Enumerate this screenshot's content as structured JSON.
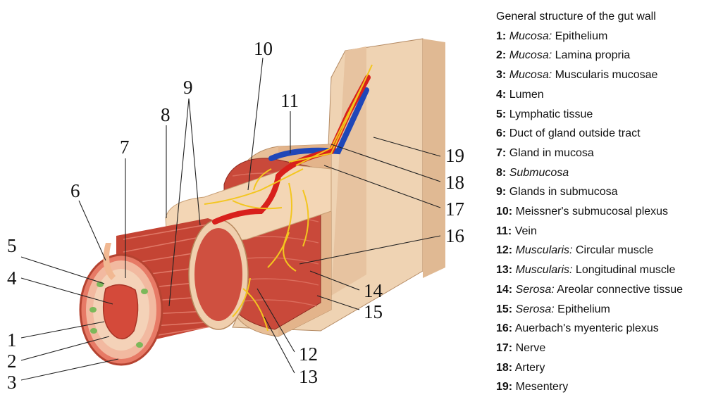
{
  "legend": {
    "title": "General structure of the gut wall",
    "items": [
      {
        "n": "1:",
        "q": "Mucosa:",
        "t": " Epithelium"
      },
      {
        "n": "2:",
        "q": "Mucosa:",
        "t": " Lamina propria"
      },
      {
        "n": "3:",
        "q": "Mucosa:",
        "t": " Muscularis mucosae"
      },
      {
        "n": "4:",
        "q": "",
        "t": " Lumen"
      },
      {
        "n": "5:",
        "q": "",
        "t": " Lymphatic tissue"
      },
      {
        "n": "6:",
        "q": "",
        "t": " Duct of gland outside tract"
      },
      {
        "n": "7:",
        "q": "",
        "t": " Gland in mucosa"
      },
      {
        "n": "8:",
        "q": "Submucosa",
        "t": ""
      },
      {
        "n": "9:",
        "q": "",
        "t": " Glands in submucosa"
      },
      {
        "n": "10:",
        "q": "",
        "t": " Meissner's submucosal plexus"
      },
      {
        "n": "11:",
        "q": "",
        "t": " Vein"
      },
      {
        "n": "12:",
        "q": "Muscularis:",
        "t": " Circular muscle"
      },
      {
        "n": "13:",
        "q": "Muscularis:",
        "t": " Longitudinal muscle"
      },
      {
        "n": "14:",
        "q": "Serosa:",
        "t": " Areolar connective tissue"
      },
      {
        "n": "15:",
        "q": "Serosa:",
        "t": " Epithelium"
      },
      {
        "n": "16:",
        "q": "",
        "t": " Auerbach's myenteric plexus"
      },
      {
        "n": "17:",
        "q": "",
        "t": " Nerve"
      },
      {
        "n": "18:",
        "q": "",
        "t": " Artery"
      },
      {
        "n": "19:",
        "q": "",
        "t": " Mesentery"
      }
    ]
  },
  "callouts": {
    "c1": "1",
    "c2": "2",
    "c3": "3",
    "c4": "4",
    "c5": "5",
    "c6": "6",
    "c7": "7",
    "c8": "8",
    "c9": "9",
    "c10": "10",
    "c11": "11",
    "c12": "12",
    "c13": "13",
    "c14": "14",
    "c15": "15",
    "c16": "16",
    "c17": "17",
    "c18": "18",
    "c19": "19"
  },
  "colors": {
    "muscle": "#c9493a",
    "muscle_dark": "#9e2f24",
    "submucosa": "#f1cfa8",
    "serosa": "#e9c19a",
    "mesentery": "#efd3b3",
    "nerve": "#f3c61f",
    "artery": "#d8201c",
    "vein": "#1f47b8"
  }
}
